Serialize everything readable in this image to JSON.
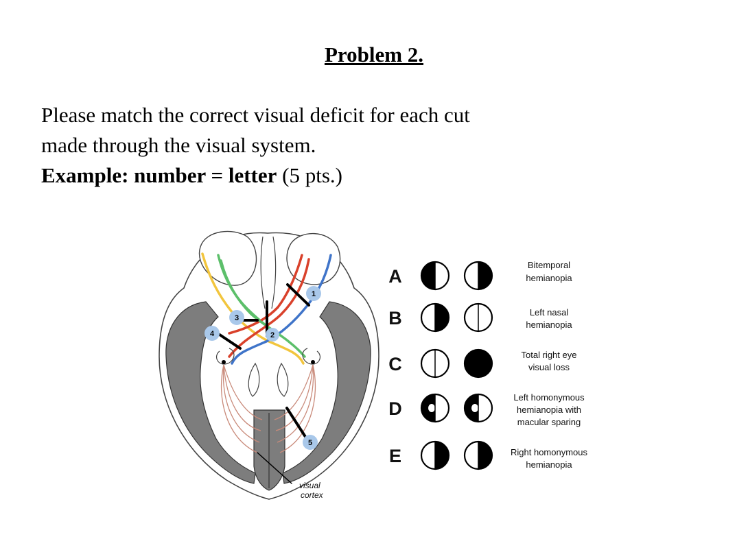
{
  "title": "Problem 2.",
  "instructions": {
    "line1": "Please match the correct visual deficit for each cut",
    "line2": "made through the visual system.",
    "example_bold": "Example: number = letter",
    "example_points": "(5 pts.)"
  },
  "diagram": {
    "cut_labels": [
      "1",
      "2",
      "3",
      "4",
      "5"
    ],
    "handwritten_label": [
      "visual",
      "cortex"
    ],
    "colors": {
      "yellow": "#f2c53d",
      "green": "#5cbf6a",
      "red": "#d9412b",
      "blue": "#3f74c9",
      "cortex_gray": "#7d7d7d",
      "radiation": "#c98a7a",
      "marker": "#a9c8ea"
    }
  },
  "options": [
    {
      "letter": "A",
      "description_line1": "Bitemporal",
      "description_line2": "hemianopia",
      "description_line3": "",
      "left_eye": "left-half-black",
      "right_eye": "right-half-black"
    },
    {
      "letter": "B",
      "description_line1": "Left nasal",
      "description_line2": "hemianopia",
      "description_line3": "",
      "left_eye": "right-half-black",
      "right_eye": "clear"
    },
    {
      "letter": "C",
      "description_line1": "Total right eye",
      "description_line2": "visual loss",
      "description_line3": "",
      "left_eye": "clear",
      "right_eye": "full-black"
    },
    {
      "letter": "D",
      "description_line1": "Left homonymous",
      "description_line2": "hemianopia with",
      "description_line3": "macular sparing",
      "left_eye": "left-half-black-spared",
      "right_eye": "left-half-black-spared"
    },
    {
      "letter": "E",
      "description_line1": "Right homonymous",
      "description_line2": "hemianopia",
      "description_line3": "",
      "left_eye": "right-half-black",
      "right_eye": "right-half-black"
    }
  ]
}
